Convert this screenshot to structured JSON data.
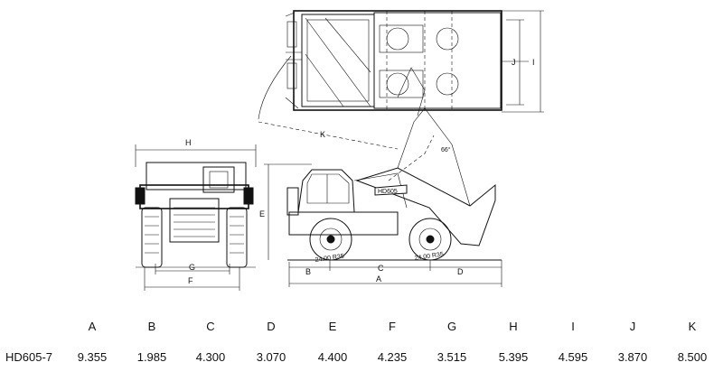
{
  "dimension_labels": [
    "A",
    "B",
    "C",
    "D",
    "E",
    "F",
    "G",
    "H",
    "I",
    "J",
    "K"
  ],
  "model": "HD605-7",
  "values": [
    "9.355",
    "1.985",
    "4.300",
    "3.070",
    "4.400",
    "4.235",
    "3.515",
    "5.395",
    "4.595",
    "3.870",
    "8.500"
  ],
  "drawing": {
    "tire_label": "24.00 R35",
    "body_badge": "HD605",
    "dump_angle": "66°"
  }
}
